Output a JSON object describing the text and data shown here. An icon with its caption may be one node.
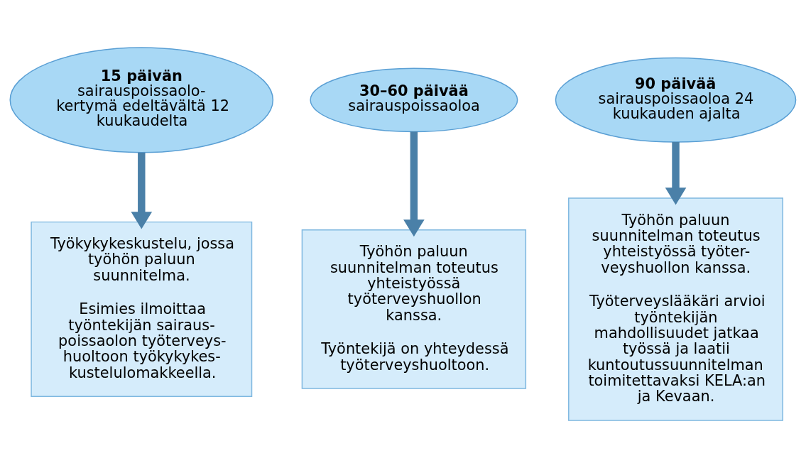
{
  "diagram": {
    "nodes": [
      {
        "text": [
          "15 päivän",
          "sairauspoissaolo- kertymä edeltävältä 12 kuukaudelta"
        ]
      },
      {
        "text": [
          "30–60 päivää",
          "sairauspoissaoloa"
        ]
      },
      {
        "text": [
          "90 päivää",
          "sairauspoissaoloa 24 kuukauden ajalta"
        ]
      },
      {
        "text": [
          "Työkykykeskustelu, jossa työhön paluun suunnitelma.",
          "Esimies ilmoittaa työntekijän sairaus- poissaolon työterveys- huoltoon työkykykes- kustelulomakkeella."
        ]
      },
      {
        "text": [
          "Työhön paluun suunnitelman toteutus yhteistyössä työterveyshuollon kanssa.",
          "Työntekijä on yhteydessä työterveyshuoltoon."
        ]
      },
      {
        "text": [
          "Työhön paluun suunnitelman toteutus yhteistyössä työter- veyshuollon kanssa.",
          "Työterveyslääkäri arvioi työntekijän  mahdollisuudet jatkaa työssä ja laatii kuntoutussuunnitelman toimitettavaksi KELA:an ja Kevaan."
        ]
      }
    ],
    "edges": [
      {
        "from": 0,
        "to": 3,
        "arrow": "to"
      },
      {
        "from": 1,
        "to": 4,
        "arrow": "to"
      },
      {
        "from": 2,
        "to": 5,
        "arrow": "to"
      }
    ]
  }
}
